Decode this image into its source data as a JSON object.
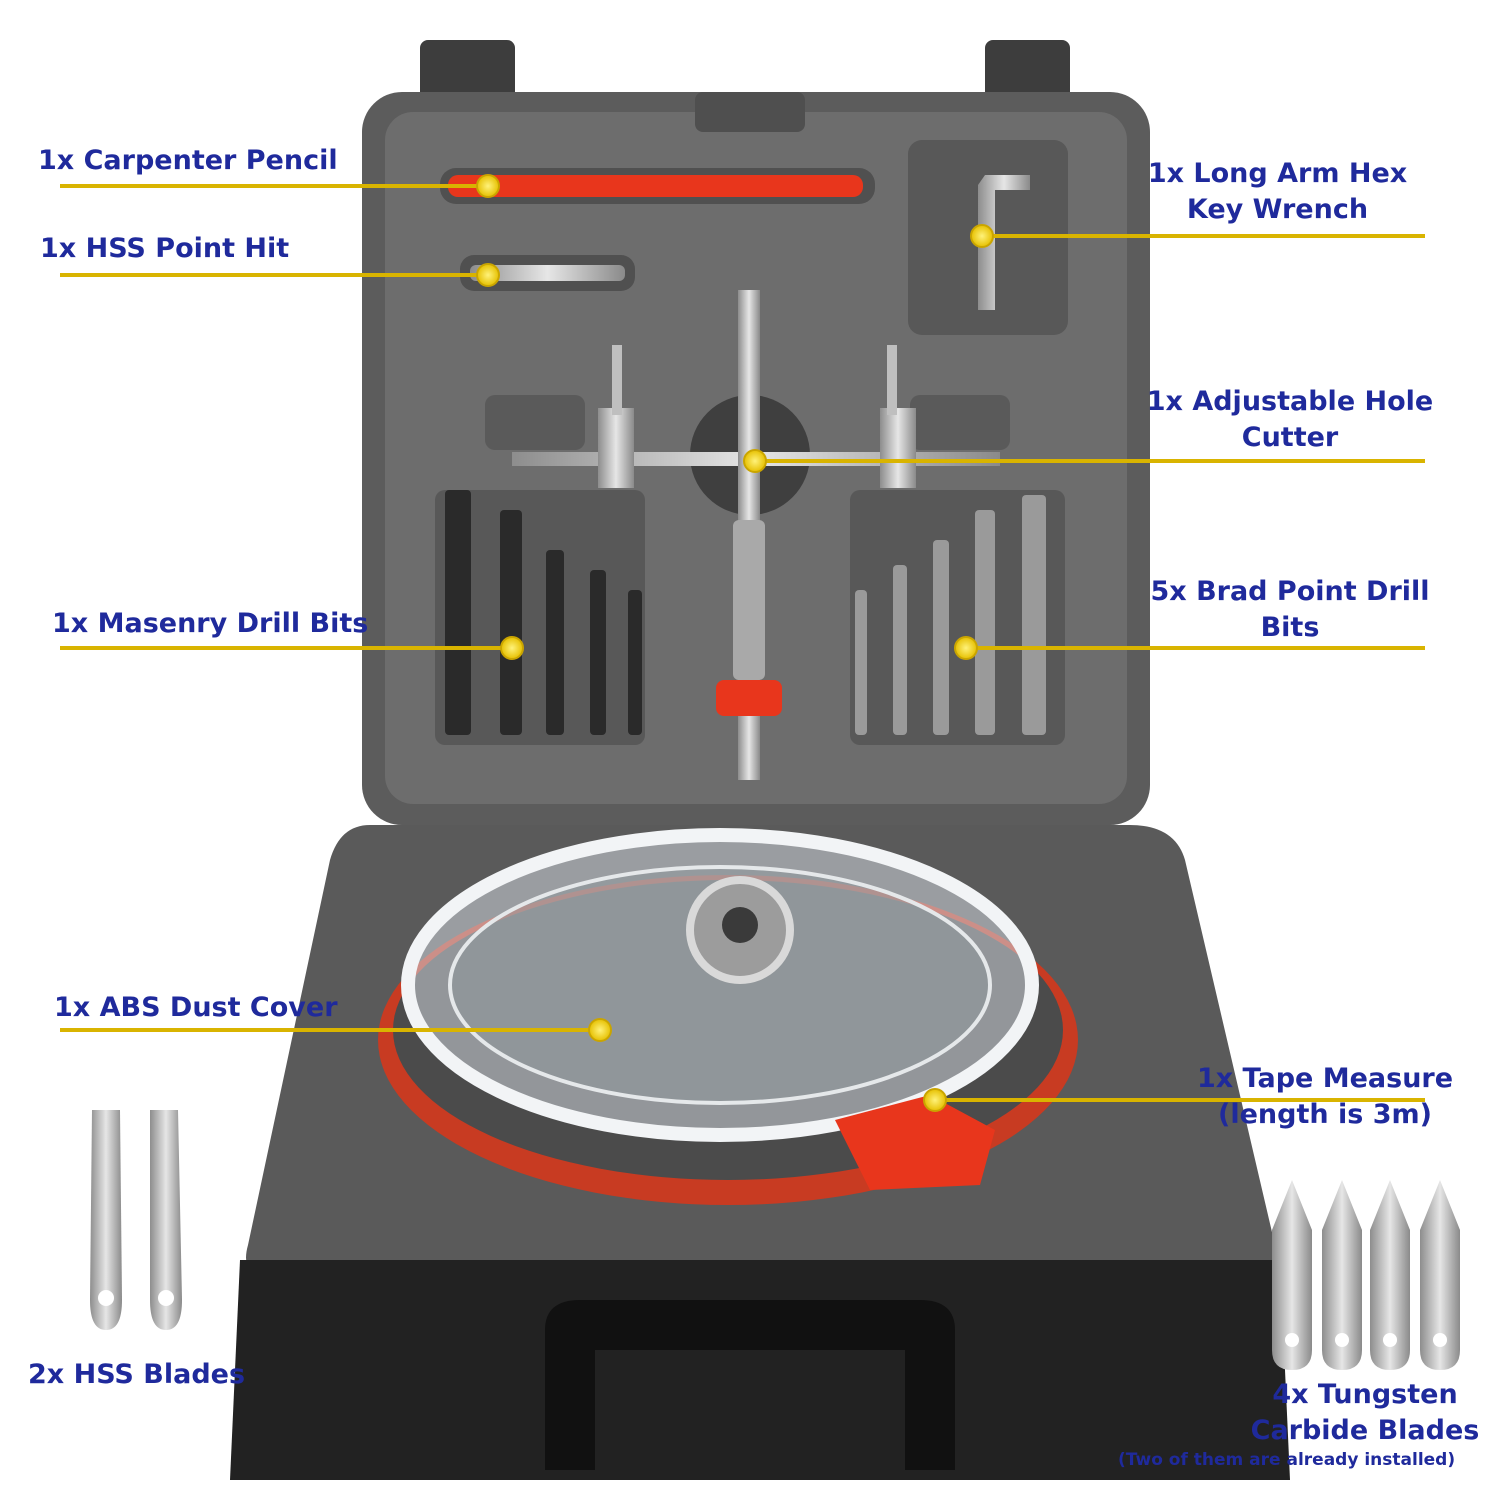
{
  "callouts": {
    "carpenter_pencil": "1x  Carpenter Pencil",
    "hss_point_hit": "1x HSS Point Hit",
    "masonry_drill_bits": "1x Masenry Drill Bits",
    "abs_dust_cover": "1x ABS Dust Cover",
    "hss_blades": "2x  HSS Blades",
    "hex_key_line1": "1x Long Arm Hex",
    "hex_key_line2": "Key Wrench",
    "hole_cutter_line1": "1x Adjustable Hole",
    "hole_cutter_line2": "Cutter",
    "brad_point_line1": "5x Brad Point Drill",
    "brad_point_line2": "Bits",
    "tape_line1": "1x Tape Measure",
    "tape_line2": "(length is 3m)",
    "tungsten_line1": "4x Tungsten",
    "tungsten_line2": "Carbide Blades",
    "tungsten_note": "(Two of them are already installed)"
  },
  "colors": {
    "label_text": "#1f2a9c",
    "leader_line": "#d9b400",
    "marker_dot": "#f2d400",
    "case_gray": "#5f5f5f",
    "accent_red": "#e8361c"
  }
}
